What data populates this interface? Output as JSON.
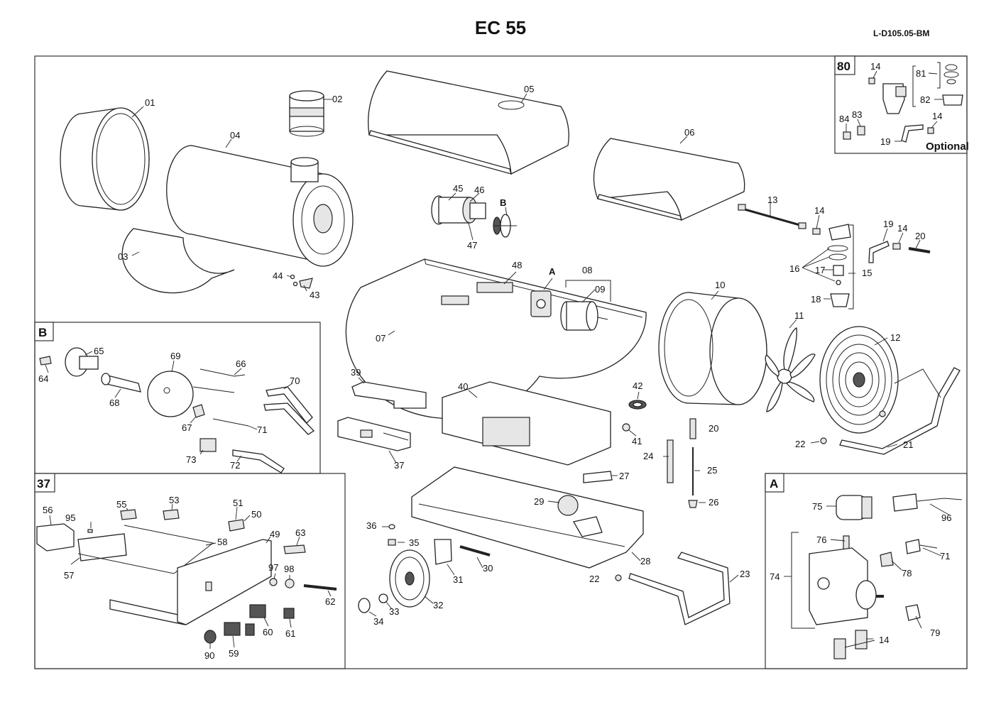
{
  "header": {
    "title": "EC 55",
    "doc_ref": "L-D105.05-BM"
  },
  "subassemblies": [
    {
      "tag": "B"
    },
    {
      "tag": "37"
    },
    {
      "tag": "A"
    },
    {
      "tag": "80",
      "note": "Optional"
    }
  ],
  "labels": [
    "01",
    "02",
    "03",
    "04",
    "05",
    "06",
    "07",
    "08",
    "09",
    "10",
    "11",
    "12",
    "13",
    "14",
    "15",
    "16",
    "17",
    "18",
    "19",
    "20",
    "21",
    "22",
    "23",
    "24",
    "25",
    "26",
    "27",
    "28",
    "29",
    "30",
    "31",
    "32",
    "33",
    "34",
    "35",
    "36",
    "37",
    "39",
    "40",
    "41",
    "42",
    "43",
    "44",
    "45",
    "46",
    "47",
    "48",
    "49",
    "50",
    "51",
    "53",
    "55",
    "56",
    "57",
    "58",
    "59",
    "60",
    "61",
    "62",
    "63",
    "64",
    "65",
    "66",
    "67",
    "68",
    "69",
    "70",
    "71",
    "72",
    "73",
    "74",
    "75",
    "76",
    "78",
    "79",
    "81",
    "82",
    "83",
    "84",
    "90",
    "96",
    "97",
    "98",
    "A",
    "B"
  ]
}
